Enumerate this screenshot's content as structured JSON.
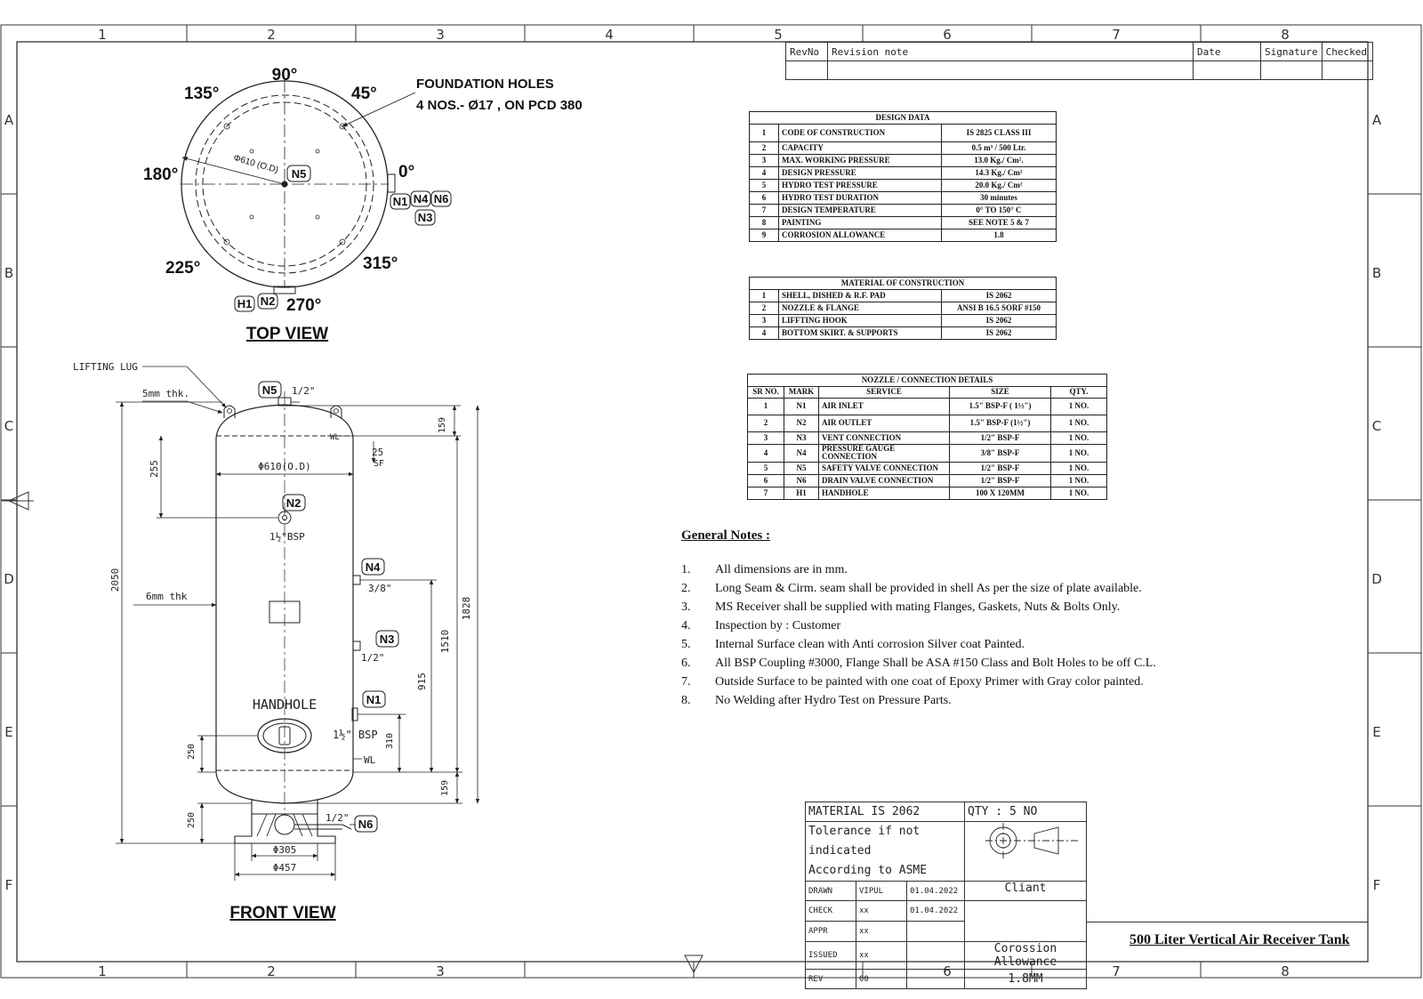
{
  "border": {
    "columns": [
      "1",
      "2",
      "3",
      "4",
      "5",
      "6",
      "7",
      "8"
    ],
    "rows": [
      "A",
      "B",
      "C",
      "D",
      "E",
      "F"
    ]
  },
  "revision_table": {
    "headers": {
      "rev_no": "RevNo",
      "note": "Revision note",
      "date": "Date",
      "signature": "Signature",
      "checked": "Checked"
    }
  },
  "top_view": {
    "title": "TOP VIEW",
    "angles": {
      "a90": "90°",
      "a45": "45°",
      "a135": "135°",
      "a180": "180°",
      "a0": "0°",
      "a225": "225°",
      "a315": "315°",
      "a270": "270°"
    },
    "foundation_line1": "FOUNDATION HOLES",
    "foundation_line2": "4 NOS.- Ø17 , ON PCD 380",
    "od_label": "Φ610 (O.D)",
    "tags": {
      "n5": "N5",
      "n1": "N1",
      "n4": "N4",
      "n6": "N6",
      "n3": "N3",
      "h1": "H1",
      "n2": "N2"
    }
  },
  "front_view": {
    "title": "FRONT VIEW",
    "lifting_lug": "LIFTING LUG",
    "thk_top": "5mm thk.",
    "thk_shell": "6mm thk",
    "n5_size": "1/2\"",
    "wl": "WL",
    "sf_25": "25",
    "sf": "SF",
    "od": "Φ610(O.D)",
    "n2_size": "1½\"BSP",
    "n4_size": "3/8\"",
    "n3_size": "1/2\"",
    "handhole": "HANDHOLE",
    "n1_size": "1½\" BSP",
    "n6_size": "1/2\"",
    "d305": "Φ305",
    "d457": "Φ457",
    "dims": {
      "d2050": "2050",
      "d255": "255",
      "d159_top": "159",
      "d1828": "1828",
      "d1510": "1510",
      "d915": "915",
      "d310": "310",
      "d250_a": "250",
      "d159_bot": "159",
      "d250_b": "250"
    },
    "tags": {
      "n5": "N5",
      "n2": "N2",
      "n4": "N4",
      "n3": "N3",
      "n1": "N1",
      "n6": "N6"
    }
  },
  "design_data": {
    "title": "DESIGN DATA",
    "rows": [
      {
        "no": "1",
        "item": "CODE OF CONSTRUCTION",
        "value": "IS 2825 CLASS III"
      },
      {
        "no": "2",
        "item": "CAPACITY",
        "value": "0.5 m³ / 500 Ltr."
      },
      {
        "no": "3",
        "item": "MAX. WORKING PRESSURE",
        "value": "13.0 Kg./ Cm²."
      },
      {
        "no": "4",
        "item": "DESIGN PRESSURE",
        "value": "14.3 Kg./ Cm²"
      },
      {
        "no": "5",
        "item": "HYDRO TEST PRESSURE",
        "value": "20.0 Kg./ Cm²"
      },
      {
        "no": "6",
        "item": "HYDRO TEST DURATION",
        "value": "30 minutes"
      },
      {
        "no": "7",
        "item": "DESIGN TEMPERATURE",
        "value": "0° TO 150° C"
      },
      {
        "no": "8",
        "item": "PAINTING",
        "value": "SEE NOTE 5 & 7"
      },
      {
        "no": "9",
        "item": "CORROSION ALLOWANCE",
        "value": "1.8"
      }
    ]
  },
  "material": {
    "title": "MATERIAL OF CONSTRUCTION",
    "rows": [
      {
        "no": "1",
        "item": "SHELL, DISHED & R.F. PAD",
        "value": "IS 2062"
      },
      {
        "no": "2",
        "item": "NOZZLE & FLANGE",
        "value": "ANSI B 16.5 SORF #150"
      },
      {
        "no": "3",
        "item": "LIFFTING HOOK",
        "value": "IS 2062"
      },
      {
        "no": "4",
        "item": "BOTTOM SKIRT. & SUPPORTS",
        "value": "IS 2062"
      }
    ]
  },
  "nozzles": {
    "title": "NOZZLE / CONNECTION  DETAILS",
    "headers": {
      "sr": "SR NO.",
      "mark": "MARK",
      "service": "SERVICE",
      "size": "SIZE",
      "qty": "QTY."
    },
    "rows": [
      {
        "sr": "1",
        "mark": "N1",
        "service": "AIR INLET",
        "size": "1.5\" BSP-F ( 1½\")",
        "qty": "1 NO."
      },
      {
        "sr": "2",
        "mark": "N2",
        "service": "AIR OUTLET",
        "size": "1.5\" BSP-F  (1½\")",
        "qty": "1 NO."
      },
      {
        "sr": "3",
        "mark": "N3",
        "service": "VENT CONNECTION",
        "size": "1/2\" BSP-F",
        "qty": "1 NO."
      },
      {
        "sr": "4",
        "mark": "N4",
        "service": "PRESSURE GAUGE CONNECTION",
        "size": "3/8\" BSP-F",
        "qty": "1 NO."
      },
      {
        "sr": "5",
        "mark": "N5",
        "service": "SAFETY VALVE CONNECTION",
        "size": "1/2\" BSP-F",
        "qty": "1 NO."
      },
      {
        "sr": "6",
        "mark": "N6",
        "service": "DRAIN VALVE CONNECTION",
        "size": "1/2\" BSP-F",
        "qty": "1 NO."
      },
      {
        "sr": "7",
        "mark": "H1",
        "service": "HANDHOLE",
        "size": "100 X 120MM",
        "qty": "1 NO."
      }
    ]
  },
  "notes": {
    "title": "General Notes :",
    "items": [
      {
        "num": "1.",
        "text": "All dimensions are in mm."
      },
      {
        "num": "2.",
        "text": "Long Seam & Cirm. seam shall be provided in shell As per the size of plate available."
      },
      {
        "num": "3.",
        "text": "MS Receiver shall be supplied with mating Flanges, Gaskets, Nuts & Bolts Only."
      },
      {
        "num": "4.",
        "text": "Inspection by : Customer"
      },
      {
        "num": "5.",
        "text": "Internal Surface clean with Anti corrosion Silver coat Painted."
      },
      {
        "num": "6.",
        "text": "All BSP Coupling #3000, Flange Shall be ASA #150 Class and Bolt Holes to be off C.L."
      },
      {
        "num": "7.",
        "text": "Outside Surface to be painted with one coat of Epoxy Primer with Gray color painted."
      },
      {
        "num": "8.",
        "text": "No Welding after Hydro Test on Pressure Parts."
      }
    ]
  },
  "title_block": {
    "material": "MATERIAL  IS 2062",
    "qty": "QTY : 5 NO",
    "tolerance1": "Tolerance if not indicated",
    "tolerance2": "According to ASME",
    "rows": [
      {
        "role": "DRAWN",
        "name": "VIPUL",
        "date": "01.04.2022"
      },
      {
        "role": "CHECK",
        "name": "xx",
        "date": "01.04.2022"
      },
      {
        "role": "APPR",
        "name": "xx",
        "date": ""
      },
      {
        "role": "ISSUED",
        "name": "xx",
        "date": ""
      },
      {
        "role": "REV",
        "name": "00",
        "date": ""
      }
    ],
    "client": "Cliant",
    "corrosion_label": "Corossion Allowance",
    "corrosion_value": "1.8MM",
    "drawing_title": "500 Liter Vertical Air Receiver Tank"
  }
}
